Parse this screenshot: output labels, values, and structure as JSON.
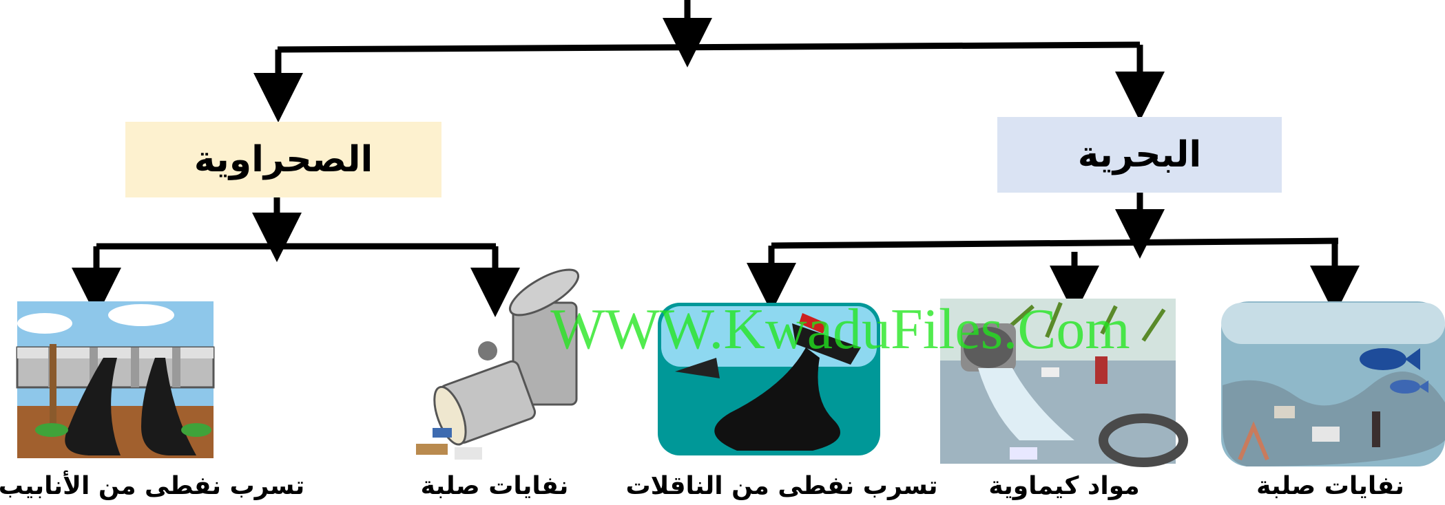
{
  "title": "",
  "categories": {
    "marine": "البحرية",
    "desert": "الصحراوية"
  },
  "leaves": {
    "marine_solid_waste": "نفايات صلبة",
    "chemicals": "مواد كيماوية",
    "tanker_oil_spill": "تسرب نفطى من الناقلات",
    "desert_solid_waste": "نفايات صلبة",
    "pipeline_oil_spill": "تسرب نفطى من الأنابيب"
  },
  "watermark": "WWW.KwaduFiles.Com",
  "colors": {
    "marine_box": "#dae3f3",
    "desert_box": "#fdf1cf",
    "watermark": "#22e61e",
    "lines": "#000000"
  },
  "icons": {
    "marine_solid_waste": "underwater-trash-illustration",
    "chemicals": "sewage-pipe-illustration",
    "tanker_oil_spill": "sinking-tanker-illustration",
    "desert_solid_waste": "trash-can-illustration",
    "pipeline_oil_spill": "leaking-pipeline-illustration"
  }
}
